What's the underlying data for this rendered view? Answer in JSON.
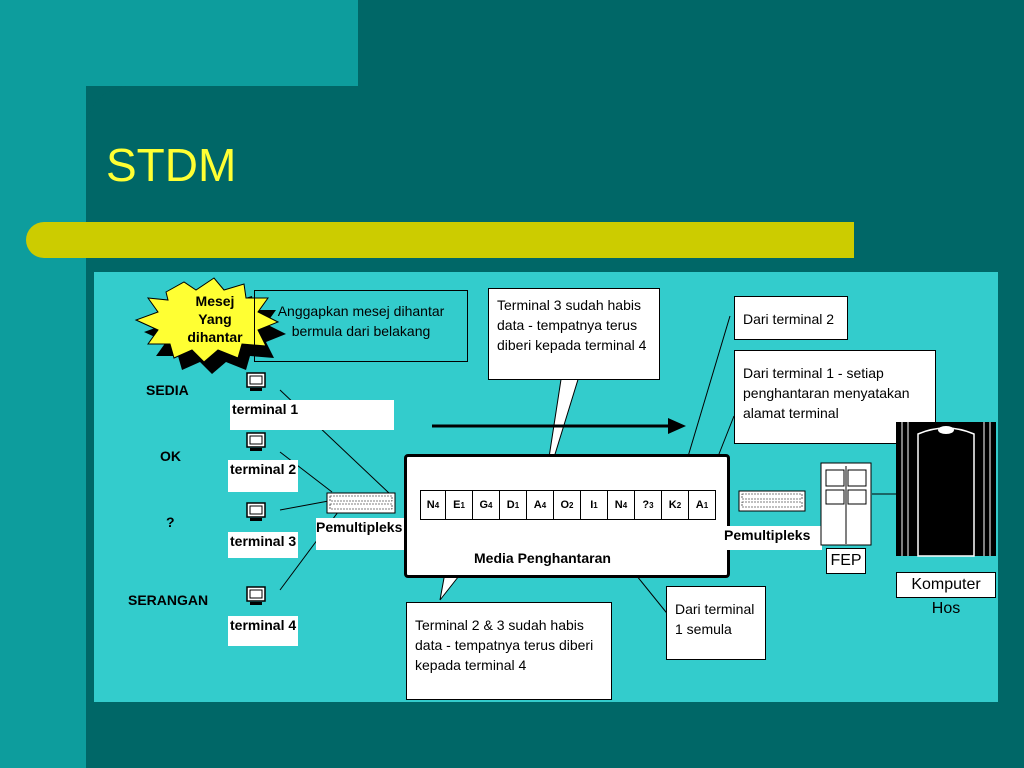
{
  "slide": {
    "title": "STDM"
  },
  "diagram": {
    "burst_label": "Mesej Yang dihantar",
    "status": [
      "SEDIA",
      "OK",
      "?",
      "SERANGAN"
    ],
    "terminals": [
      "terminal 1",
      "terminal 2",
      "terminal 3",
      "terminal 4"
    ],
    "mux_left": "Pemultipleks",
    "mux_right": "Pemultipleks",
    "medium_label": "Media Penghantaran",
    "fep_label": "FEP",
    "host_label": "Komputer Hos",
    "note_back": "Anggapkan mesej dihantar bermula dari belakang",
    "note_t3_done": "Terminal 3 sudah habis data - tempatnya terus diberi kepada terminal 4",
    "note_from_t2": "Dari terminal 2",
    "note_from_t1": "Dari terminal 1 - setiap penghantaran menyatakan alamat terminal",
    "note_t23_done": "Terminal 2 & 3 sudah habis data - tempatnya terus diberi kepada terminal 4",
    "note_t1_initial": "Dari terminal 1 semula",
    "frames": [
      {
        "ch": "N",
        "sub": "4"
      },
      {
        "ch": "E",
        "sub": "1"
      },
      {
        "ch": "G",
        "sub": "4"
      },
      {
        "ch": "D",
        "sub": "1"
      },
      {
        "ch": "A",
        "sub": "4"
      },
      {
        "ch": "O",
        "sub": "2"
      },
      {
        "ch": "I",
        "sub": "1"
      },
      {
        "ch": "N",
        "sub": "4"
      },
      {
        "ch": "?",
        "sub": "3"
      },
      {
        "ch": "K",
        "sub": "2"
      },
      {
        "ch": "A",
        "sub": "1"
      }
    ],
    "colors": {
      "background": "#006767",
      "light_teal": "#0D9D9D",
      "diagram_bg": "#33CCCC",
      "title": "#FFFF33",
      "accent_bar": "#CCCC00",
      "burst": "#FFFF33"
    }
  }
}
